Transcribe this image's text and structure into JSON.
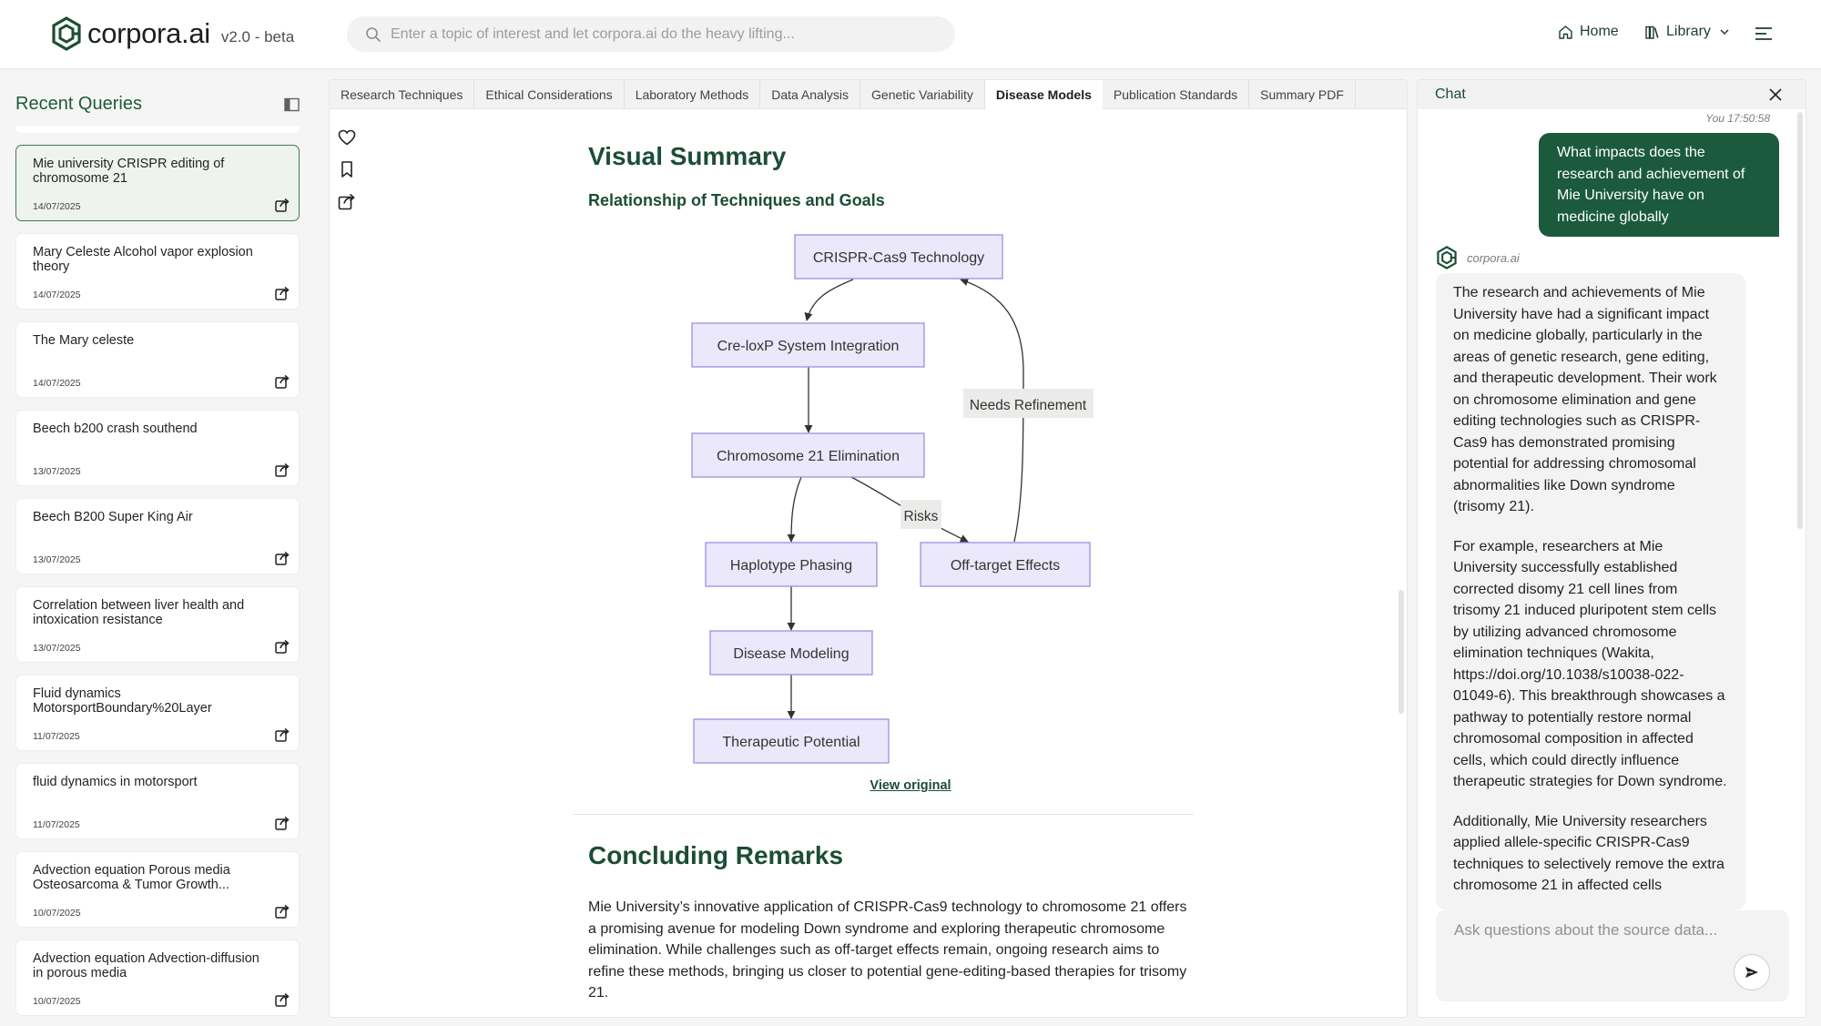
{
  "app": {
    "brand": "corpora.ai",
    "version": "v2.0 - beta"
  },
  "search": {
    "placeholder": "Enter a topic of interest and let corpora.ai do the heavy lifting..."
  },
  "nav": {
    "home": "Home",
    "library": "Library"
  },
  "sidebar": {
    "title": "Recent Queries",
    "queries": [
      {
        "title": "Mie university CRISPR editing of chromosome 21",
        "date": "14/07/2025"
      },
      {
        "title": "Mary Celeste Alcohol vapor explosion theory",
        "date": "14/07/2025"
      },
      {
        "title": "The Mary celeste",
        "date": "14/07/2025"
      },
      {
        "title": "Beech b200 crash southend",
        "date": "13/07/2025"
      },
      {
        "title": "Beech B200 Super King Air",
        "date": "13/07/2025"
      },
      {
        "title": "Correlation between liver health and intoxication resistance",
        "date": "13/07/2025"
      },
      {
        "title": "Fluid dynamics MotorsportBoundary%20Layer",
        "date": "11/07/2025"
      },
      {
        "title": "fluid dynamics in motorsport",
        "date": "11/07/2025"
      },
      {
        "title": "Advection equation Porous media Osteosarcoma & Tumor Growth...",
        "date": "10/07/2025"
      },
      {
        "title": "Advection equation Advection-diffusion in porous media",
        "date": "10/07/2025"
      }
    ]
  },
  "tabs": [
    "Research Techniques",
    "Ethical Considerations",
    "Laboratory Methods",
    "Data Analysis",
    "Genetic Variability",
    "Disease Models",
    "Publication Standards",
    "Summary PDF"
  ],
  "content": {
    "visual_summary_title": "Visual Summary",
    "diagram_subtitle": "Relationship of Techniques and Goals",
    "diagram": {
      "nodes": {
        "crispr": "CRISPR-Cas9 Technology",
        "creloxp": "Cre-loxP System Integration",
        "chr21": "Chromosome 21 Elimination",
        "haplotype": "Haplotype Phasing",
        "offtarget": "Off-target Effects",
        "disease": "Disease Modeling",
        "therapeutic": "Therapeutic Potential"
      },
      "edge_labels": {
        "risks": "Risks",
        "refinement": "Needs Refinement"
      }
    },
    "view_original": "View original",
    "concluding_title": "Concluding Remarks",
    "concluding_text": "Mie University’s innovative application of CRISPR-Cas9 technology to chromosome 21 offers a promising avenue for modeling Down syndrome and exploring therapeutic chromosome elimination. While challenges such as off-target effects remain, ongoing research aims to refine these methods, bringing us closer to potential gene-editing-based therapies for trisomy 21."
  },
  "chat": {
    "title": "Chat",
    "user_meta": "You 17:50:58",
    "user_message": "What impacts does the research and achievement of Mie University have on medicine globally",
    "bot_name": "corpora.ai",
    "bot_paragraphs": [
      "The research and achievements of Mie University have had a significant impact on medicine globally, particularly in the areas of genetic research, gene editing, and therapeutic development. Their work on chromosome elimination and gene editing technologies such as CRISPR-Cas9 has demonstrated promising potential for addressing chromosomal abnormalities like Down syndrome (trisomy 21).",
      "For example, researchers at Mie University successfully established corrected disomy 21 cell lines from trisomy 21 induced pluripotent stem cells by utilizing advanced chromosome elimination techniques (Wakita, https://doi.org/10.1038/s10038-022-01049-6). This breakthrough showcases a pathway to potentially restore normal chromosomal composition in affected cells, which could directly influence therapeutic strategies for Down syndrome.",
      "Additionally, Mie University researchers applied allele-specific CRISPR-Cas9 techniques to selectively remove the extra chromosome 21 in affected cells"
    ],
    "input_placeholder": "Ask questions about the source data..."
  },
  "colors": {
    "brand_green": "#1c4d36",
    "bubble_green": "#1b5a3d",
    "node_fill": "#ebe8fb",
    "node_stroke": "#9d8fe0"
  }
}
